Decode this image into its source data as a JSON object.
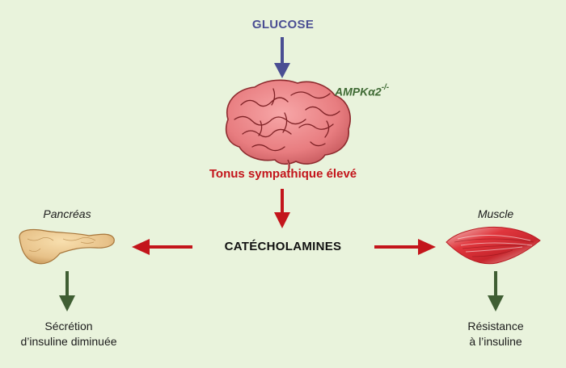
{
  "diagram": {
    "top_label": "GLUCOSE",
    "brain_annotation": {
      "main": "AMPKα2",
      "superscript": "-/-"
    },
    "brain_caption": "Tonus sympathique élevé",
    "center_label": "CATÉCHOLAMINES",
    "left_organ": {
      "name": "Pancréas",
      "outcome_line1": "Sécrétion",
      "outcome_line2": "d’insuline diminuée"
    },
    "right_organ": {
      "name": "Muscle",
      "outcome_line1": "Résistance",
      "outcome_line2": "à l’insuline"
    },
    "colors": {
      "background": "#e9f3dc",
      "glucose_arrow": "#4a4e93",
      "red_arrow": "#c3151b",
      "green_arrow": "#3f5e33",
      "brain": "#e87d80",
      "pancreas": "#e7c188",
      "muscle": "#e0363d"
    },
    "icons": [
      "brain-icon",
      "pancreas-icon",
      "muscle-icon"
    ]
  }
}
